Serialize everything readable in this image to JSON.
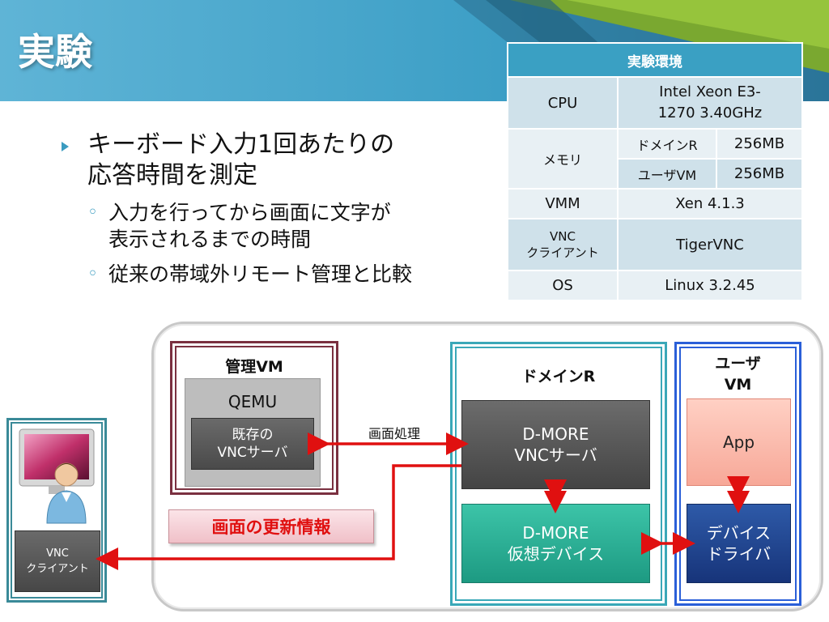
{
  "slide": {
    "title": "実験",
    "bullet1": "キーボード入力1回あたりの\n応答時間を測定",
    "sub1": "入力を行ってから画面に文字が\n表示されるまでの時間",
    "sub2": "従来の帯域外リモート管理と比較"
  },
  "table": {
    "header": "実験環境",
    "rows": [
      {
        "label": "CPU",
        "value": "Intel Xeon E3-\n1270 3.40GHz"
      },
      {
        "label": "メモリ",
        "sub": [
          {
            "label": "ドメインR",
            "value": "256MB"
          },
          {
            "label": "ユーザVM",
            "value": "256MB"
          }
        ]
      },
      {
        "label": "VMM",
        "value": "Xen 4.1.3"
      },
      {
        "label": "VNC\nクライアント",
        "value": "TigerVNC"
      },
      {
        "label": "OS",
        "value": "Linux 3.2.45"
      }
    ]
  },
  "diagram": {
    "mgmt_vm": "管理VM",
    "qemu": "QEMU",
    "existing_vnc": "既存の\nVNCサーバ",
    "screen_proc": "画面処理",
    "update_info": "画面の更新情報",
    "domain_r": "ドメインR",
    "dmore_vnc": "D-MORE\nVNCサーバ",
    "dmore_dev": "D-MORE\n仮想デバイス",
    "user_vm": "ユーザ\nVM",
    "app": "App",
    "driver": "デバイス\nドライバ",
    "vnc_client": "VNC\nクライアント"
  },
  "colors": {
    "accent": "#3aa0c3",
    "arrow": "#e01010",
    "mgmt_border": "#7a3040",
    "domain_border": "#3aa8b8",
    "user_border": "#2a5fd8"
  }
}
